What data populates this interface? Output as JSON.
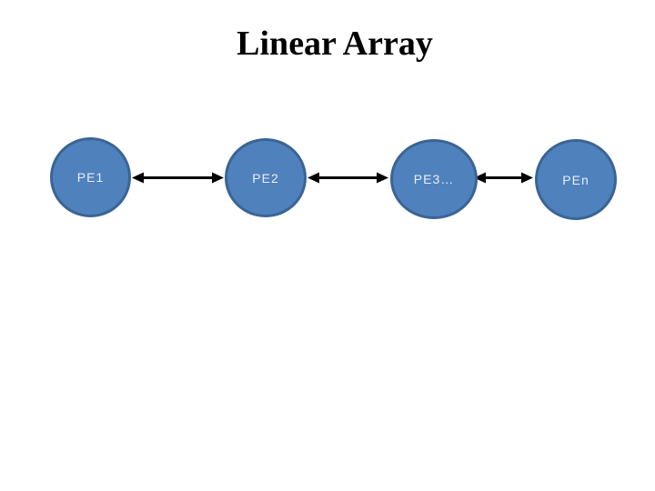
{
  "slide": {
    "title": "Linear Array",
    "nodes": [
      {
        "id": "pe1",
        "label": "PE1"
      },
      {
        "id": "pe2",
        "label": "PE2"
      },
      {
        "id": "pe3",
        "label": "PE3…"
      },
      {
        "id": "pen",
        "label": "PEn"
      }
    ],
    "edges": [
      {
        "from": "PE1",
        "to": "PE2",
        "type": "bidirectional-arrow"
      },
      {
        "from": "PE2",
        "to": "PE3…",
        "type": "bidirectional-arrow"
      },
      {
        "from": "PE3…",
        "to": "PEn",
        "type": "bidirectional-arrow"
      }
    ],
    "colors": {
      "background": "#ffffff",
      "node_fill": "#4f81bd",
      "node_border": "#3a6494",
      "node_text": "#e8eef7",
      "title_text": "#000000",
      "arrow": "#000000"
    }
  }
}
